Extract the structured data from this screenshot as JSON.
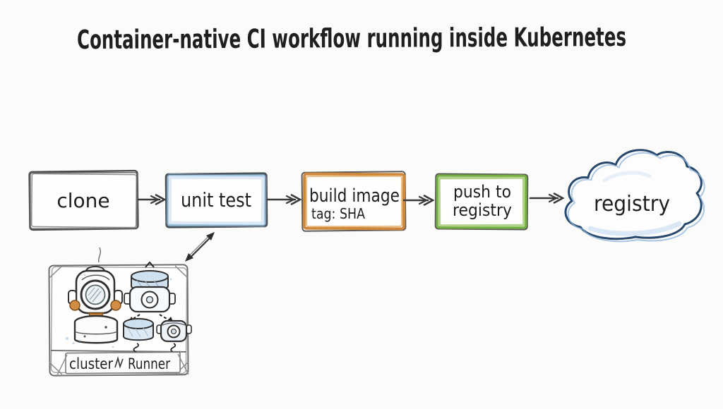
{
  "title": "Container-native CI workflow running inside Kubernetes",
  "pipeline": {
    "clone": {
      "label": "clone"
    },
    "unit_test": {
      "label": "unit test"
    },
    "build_image": {
      "label": "build image",
      "tag": "tag: SHA"
    },
    "push": {
      "line1": "push to",
      "line2": "registry"
    },
    "registry_cloud": {
      "label": "registry"
    }
  },
  "cluster": {
    "left_label": "cluster",
    "right_label": "Runner"
  },
  "icons": {
    "flow-arrow-icon": "sketched right arrow with double chevron head",
    "bidirectional-arrow-icon": "diagonal double-headed arrow linking unit test to cluster",
    "cloud-icon": "sketched cloud outline",
    "runner-robot-icon": "sketched robot runner on a drum",
    "pod-icon": "sketched container pods with dashed links"
  },
  "colors": {
    "background": "#fbfbfa",
    "ink": "#1f1f21",
    "sketch_gray": "#5f5f5f",
    "unit_test_blue": "#9ec4e0",
    "build_orange": "#d0893c",
    "push_green": "#74ad41",
    "cloud_navy": "#27486b",
    "cloud_light_blue": "#8fb4d9",
    "pod_blue": "#cfe0ee",
    "robot_orange": "#cd8440"
  }
}
